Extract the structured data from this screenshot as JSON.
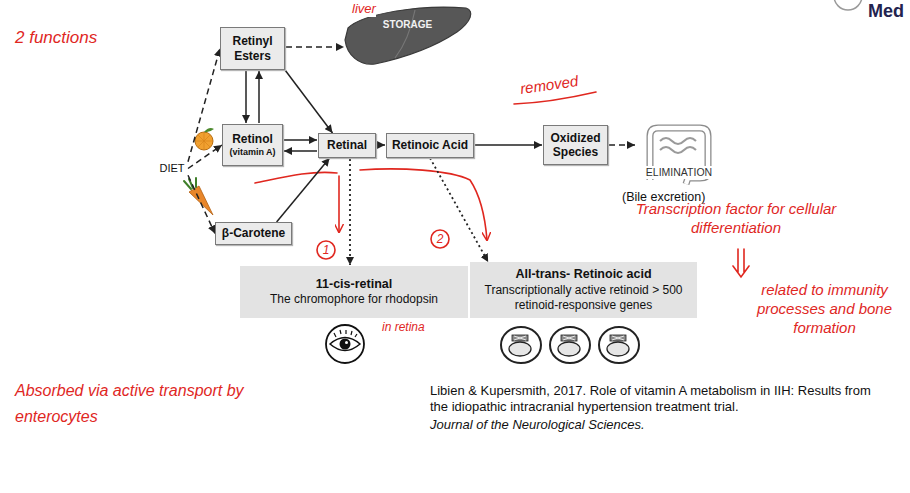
{
  "diagram": {
    "nodes": [
      {
        "text": [
          "Retinyl Esters"
        ]
      },
      {
        "text": [
          "STORAGE"
        ]
      },
      {
        "text": [
          "DIET"
        ]
      },
      {
        "text": [
          "Retinol",
          "(vitamin A)"
        ]
      },
      {
        "text": [
          "Retinal"
        ]
      },
      {
        "text": [
          "Retinoic Acid"
        ]
      },
      {
        "text": [
          "Oxidized Species"
        ]
      },
      {
        "text": [
          "ELIMINATION"
        ]
      },
      {
        "text": [
          "β-Carotene"
        ]
      },
      {
        "text": [
          "11-cis-retinal",
          "The chromophore for rhodopsin"
        ]
      },
      {
        "text": [
          "All-trans- Retinoic acid",
          "Transcriptionally active retinoid > 500 retinoid-responsive genes"
        ]
      }
    ],
    "edges": [
      {
        "from": 2,
        "to": 0,
        "arrow": "to"
      },
      {
        "from": 2,
        "to": 3,
        "arrow": "to"
      },
      {
        "from": 2,
        "to": 8,
        "arrow": "to"
      },
      {
        "from": 0,
        "to": 1,
        "arrow": "to"
      },
      {
        "from": 0,
        "to": 3,
        "arrow": "to"
      },
      {
        "from": 3,
        "to": 0,
        "arrow": "to"
      },
      {
        "from": 0,
        "to": 4,
        "arrow": "to"
      },
      {
        "from": 3,
        "to": 4,
        "arrow": "to"
      },
      {
        "from": 4,
        "to": 3,
        "arrow": "to"
      },
      {
        "from": 8,
        "to": 4,
        "arrow": "to"
      },
      {
        "from": 4,
        "to": 5,
        "arrow": "to"
      },
      {
        "from": 5,
        "to": 6,
        "arrow": "to"
      },
      {
        "from": 6,
        "to": 7,
        "arrow": "to"
      },
      {
        "from": 4,
        "to": 9,
        "arrow": "to"
      },
      {
        "from": 5,
        "to": 10,
        "arrow": "to"
      }
    ],
    "labels": [
      "2 functions",
      "liver",
      "Med",
      "removed",
      "(Bile excretion)",
      "1",
      "2",
      "Transcription factor for cellular differentiation",
      "related to immunity processes and bone formation",
      "in retina",
      "Absorbed via active transport by enterocytes",
      "Libien & Kupersmith, 2017. Role of vitamin A metabolism in IIH: Results from the idiopathic intracranial hypertension treatment trial.",
      "Journal of the Neurological Sciences."
    ]
  }
}
